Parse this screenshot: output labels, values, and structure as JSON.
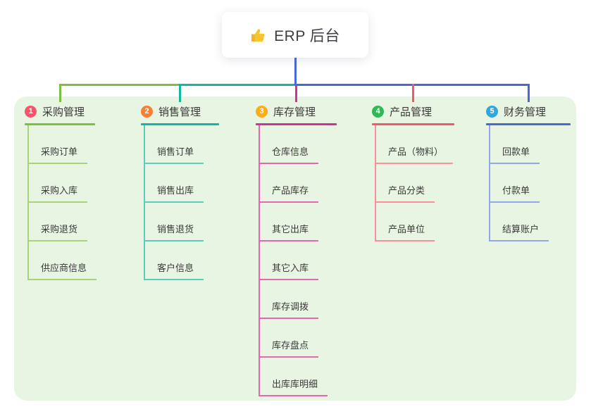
{
  "root": {
    "title": "ERP 后台",
    "icon": "thumbs-up-icon"
  },
  "colors": {
    "canvas_bg": "#ffffff",
    "panel_bg": "#e9f5e3",
    "root_line": "#4a68d5",
    "text": "#3a3a3a",
    "thumb_yellow": "#f6c42c"
  },
  "branches": [
    {
      "num": "1",
      "title": "采购管理",
      "badge_color": "#f5566e",
      "line_color": "#7fbf3f",
      "child_line_color": "#a9d27b",
      "children": [
        "采购订单",
        "采购入库",
        "采购退货",
        "供应商信息"
      ]
    },
    {
      "num": "2",
      "title": "销售管理",
      "badge_color": "#fb7e32",
      "line_color": "#12b5a8",
      "child_line_color": "#5fcabe",
      "children": [
        "销售订单",
        "销售出库",
        "销售退货",
        "客户信息"
      ]
    },
    {
      "num": "3",
      "title": "库存管理",
      "badge_color": "#fbad18",
      "line_color": "#d63098",
      "child_line_color": "#e567b0",
      "children": [
        "仓库信息",
        "产品库存",
        "其它出库",
        "其它入库",
        "库存调拨",
        "库存盘点",
        "出库库明细"
      ]
    },
    {
      "num": "4",
      "title": "产品管理",
      "badge_color": "#2eba52",
      "line_color": "#f5566a",
      "child_line_color": "#f8909a",
      "children": [
        "产品（物料）",
        "产品分类",
        "产品单位"
      ]
    },
    {
      "num": "5",
      "title": "财务管理",
      "badge_color": "#2fa8e0",
      "line_color": "#4a68d5",
      "child_line_color": "#90a8e8",
      "children": [
        "回款单",
        "付款单",
        "结算账户"
      ]
    }
  ]
}
